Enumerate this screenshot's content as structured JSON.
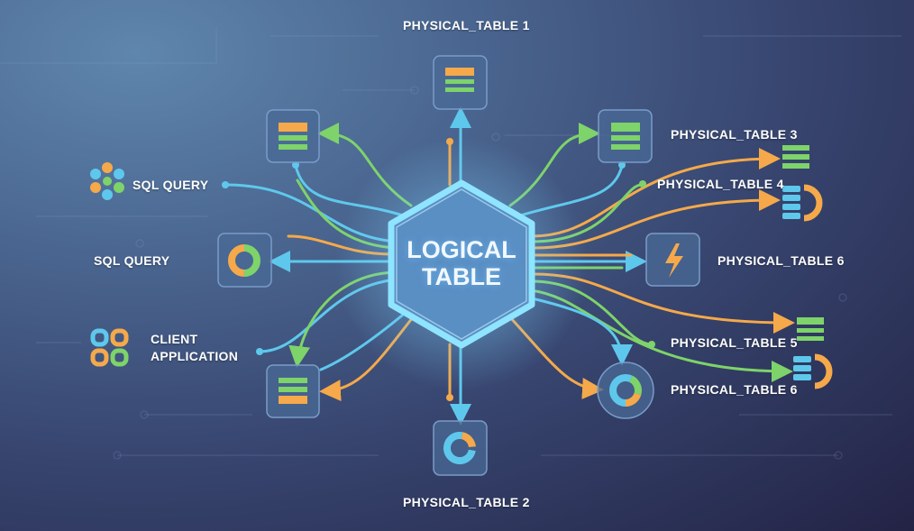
{
  "hub": {
    "line1": "LOGICAL",
    "line2": "TABLE"
  },
  "labels": {
    "physical_table_1": "PHYSICAL_TABLE 1",
    "physical_table_2": "PHYSICAL_TABLE 2",
    "physical_table_3": "PHYSICAL_TABLE 3",
    "physical_table_4": "PHYSICAL_TABLE 4",
    "physical_table_5": "PHYSICAL_TABLE 5",
    "physical_table_6a": "PHYSICAL_TABLE 6",
    "physical_table_6b": "PHYSICAL_TABLE 6",
    "sql_query_1": "SQL QUERY",
    "sql_query_2": "SQL QUERY",
    "client_application_1": "CLIENT",
    "client_application_2": "APPLICATION"
  },
  "colors": {
    "blue": "#5ec8ec",
    "green": "#7ed36a",
    "orange": "#f5a94a",
    "hub_fill": "#5a8fc4",
    "hub_glow": "#8fe4ff",
    "box_fill": "#4a6a96",
    "box_stroke": "#7a9cc8"
  }
}
